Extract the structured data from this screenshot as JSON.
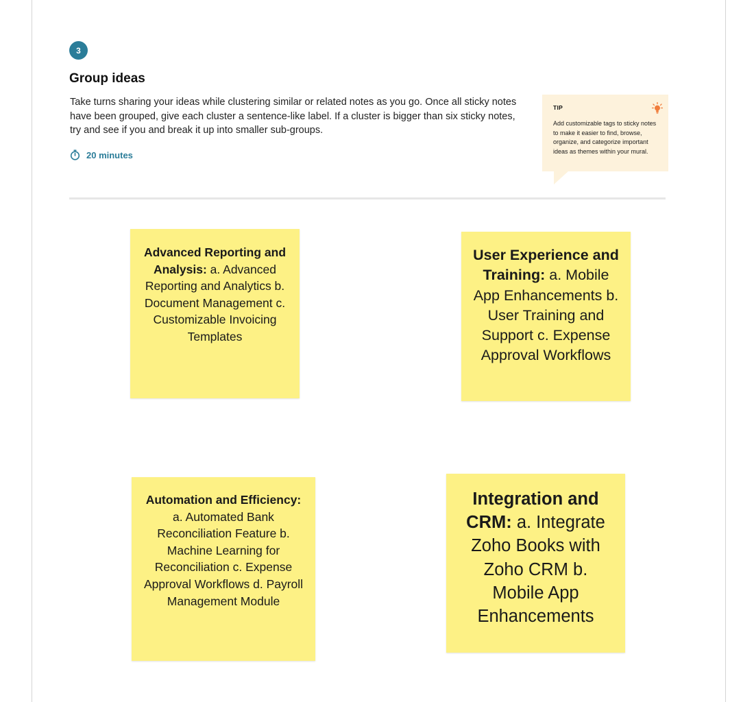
{
  "step": {
    "number": "3",
    "title": "Group ideas",
    "description": "Take turns sharing your ideas while clustering similar or related notes as you go. Once all sticky notes have been grouped, give each cluster a sentence-like label. If a cluster is bigger than six sticky notes, try and see if you and break it up into smaller sub-groups.",
    "duration": "20 minutes",
    "duration_icon": "timer-icon",
    "accent_color": "#2b7d99"
  },
  "tip": {
    "label": "TIP",
    "icon": "lightbulb-icon",
    "icon_color": "#f07d3c",
    "text": "Add customizable tags to sticky notes to make it easier to find, browse, organize, and categorize important ideas as themes within your mural.",
    "background": "#fdf2dc"
  },
  "sticky_notes": [
    {
      "title": "Advanced Reporting and Analysis:",
      "body": " a. Advanced Reporting and Analytics b. Document Management c. Customizable Invoicing Templates"
    },
    {
      "title": "User Experience and Training:",
      "body": " a. Mobile App Enhancements b. User Training and Support c. Expense Approval Workflows"
    },
    {
      "title": "Automation and Efficiency:",
      "body": " a. Automated Bank Reconciliation Feature b. Machine Learning for Reconciliation c. Expense Approval Workflows d. Payroll Management Module"
    },
    {
      "title": "Integration and CRM:",
      "body": " a. Integrate Zoho Books with Zoho CRM b. Mobile App Enhancements"
    }
  ],
  "sticky_color": "#fdf185"
}
